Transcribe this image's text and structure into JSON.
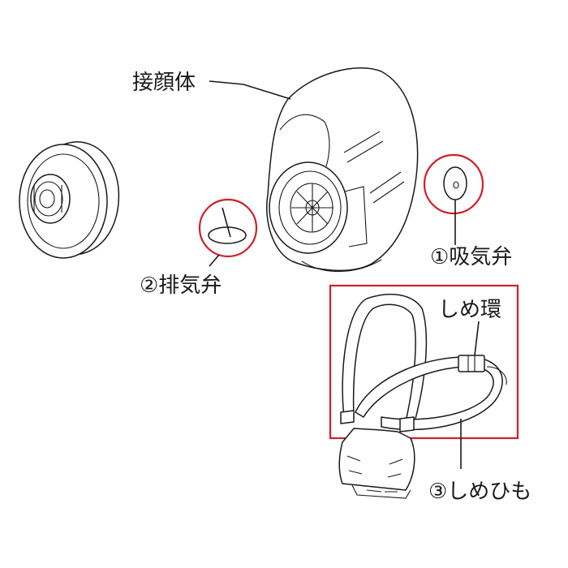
{
  "labels": {
    "facepiece": "接顔体",
    "inhalation_valve": "①吸気弁",
    "exhalation_valve": "②排気弁",
    "strap_ring": "しめ環",
    "strap": "③しめひも"
  },
  "colors": {
    "highlight": "#d0202a",
    "line": "#1a1a1a",
    "background": "#ffffff"
  }
}
